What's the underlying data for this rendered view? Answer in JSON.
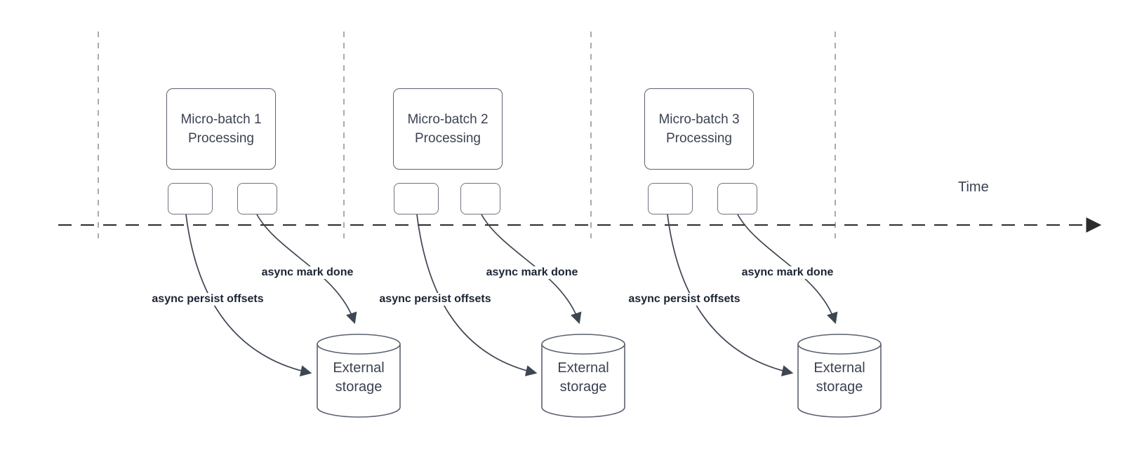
{
  "timeline": {
    "label": "Time"
  },
  "batches": [
    {
      "title_line1": "Micro-batch 1",
      "title_line2": "Processing",
      "persist_label": "async persist offsets",
      "mark_label": "async mark done",
      "storage_label": "External storage"
    },
    {
      "title_line1": "Micro-batch 2",
      "title_line2": "Processing",
      "persist_label": "async persist offsets",
      "mark_label": "async mark done",
      "storage_label": "External storage"
    },
    {
      "title_line1": "Micro-batch 3",
      "title_line2": "Processing",
      "persist_label": "async persist offsets",
      "mark_label": "async mark done",
      "storage_label": "External storage"
    }
  ],
  "colors": {
    "background": "#ffffff",
    "shape_stroke": "#5a6170",
    "arrow_stroke": "#3e4553",
    "box_text": "#3b4252",
    "bold_label_text": "#1b2433",
    "guide_line": "#ababab",
    "timeline_line": "#2b2b2b"
  }
}
